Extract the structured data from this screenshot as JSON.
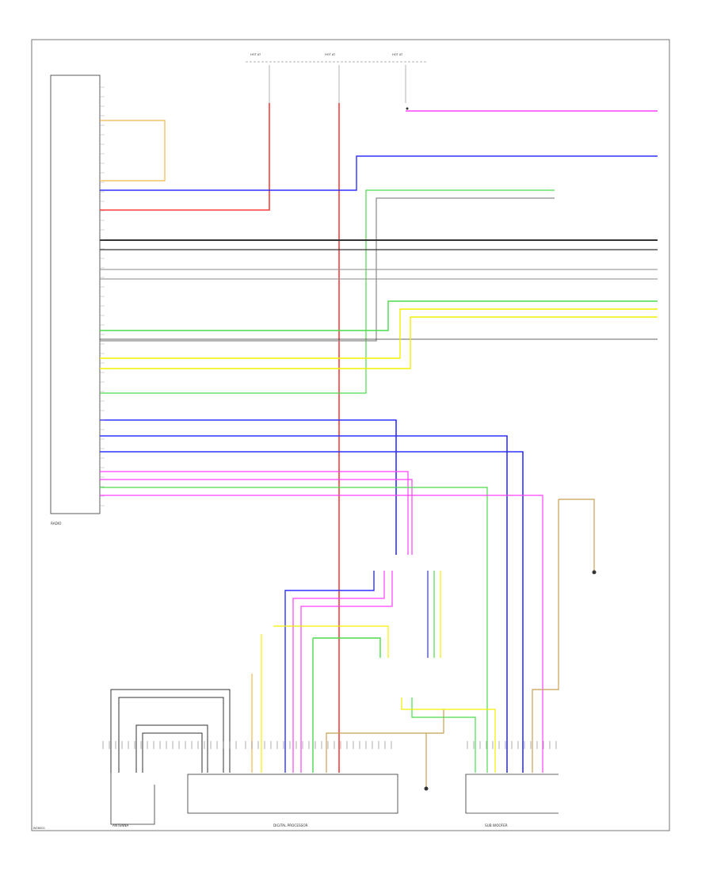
{
  "components": {
    "radio": {
      "label": "RADIO"
    },
    "antenna": {
      "label": "ANTENNA"
    },
    "digital_processor": {
      "label": "DIGITAL PROCESSOR"
    },
    "sub_woofer": {
      "label": "SUB WOOFER"
    }
  },
  "footer": {
    "code": "W26001"
  },
  "colors": {
    "red": "#ff3b3b",
    "blue": "#3030ff",
    "green": "#4cdc4c",
    "yellow": "#f2f000",
    "magenta": "#ff40ff",
    "orange": "#f2b84a",
    "tan": "#c8a050",
    "dark": "#333333",
    "gray": "#8a8a8a"
  }
}
